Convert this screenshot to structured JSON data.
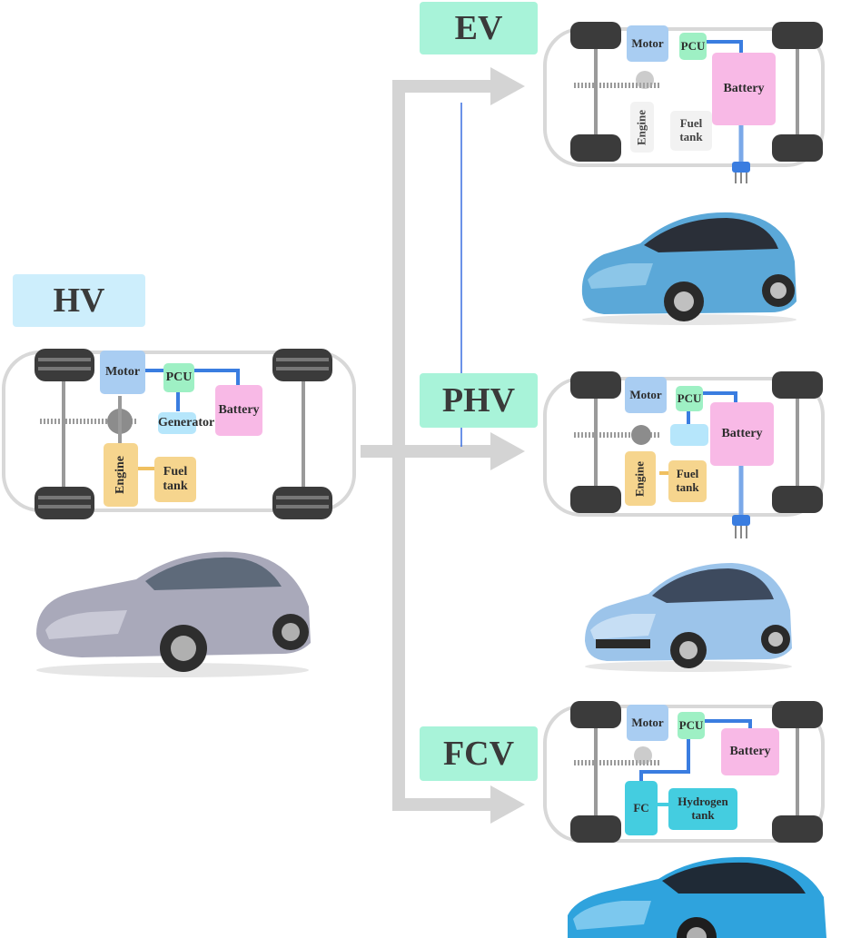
{
  "colors": {
    "hv_tag": "#cdeefc",
    "ev_tag": "#a8f3d9",
    "motor": "#a9cdf2",
    "pcu": "#9ef0c4",
    "battery": "#f8b9e6",
    "engine": "#f6d58e",
    "fuel_tank": "#f6d58e",
    "generator": "#b6e6fb",
    "fc": "#44cde0",
    "arrow": "#d4d4d4",
    "wire": "#3a7de0"
  },
  "hv": {
    "title": "HV",
    "motor": "Motor",
    "pcu": "PCU",
    "battery": "Battery",
    "generator": "Generator",
    "engine": "Engine",
    "fuel_tank_1": "Fuel",
    "fuel_tank_2": "tank",
    "car_icon": "silver-hybrid-car"
  },
  "ev": {
    "title": "EV",
    "motor": "Motor",
    "pcu": "PCU",
    "battery": "Battery",
    "engine": "Engine",
    "fuel_tank_1": "Fuel",
    "fuel_tank_2": "tank",
    "car_icon": "blue-compact-electric-car"
  },
  "phv": {
    "title": "PHV",
    "motor": "Motor",
    "pcu": "PCU",
    "battery": "Battery",
    "engine": "Engine",
    "fuel_tank_1": "Fuel",
    "fuel_tank_2": "tank",
    "car_icon": "light-blue-plug-in-hybrid-car"
  },
  "fcv": {
    "title": "FCV",
    "motor": "Motor",
    "pcu": "PCU",
    "battery": "Battery",
    "fc": "FC",
    "hydrogen_tank_1": "Hydrogen",
    "hydrogen_tank_2": "tank",
    "car_icon": "blue-fuel-cell-sedan"
  }
}
